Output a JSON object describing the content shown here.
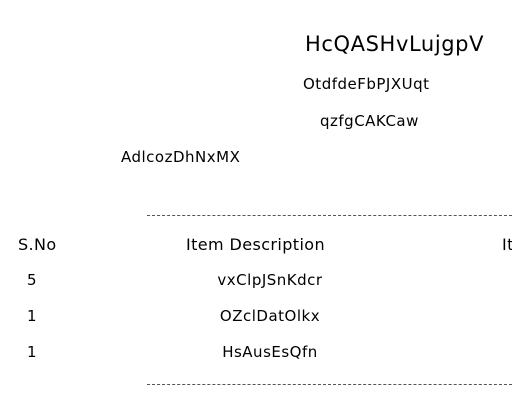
{
  "document": {
    "title": "HcQASHvLujgpV",
    "subtitle_1": "OtdfdeFbPJXUqt",
    "subtitle_2": "qzfgCAKCaw",
    "address": "AdlcozDhNxMX"
  },
  "table": {
    "columns": [
      "S.No",
      "Item Description",
      "It"
    ],
    "rows": [
      {
        "sno": "5",
        "description": "vxClpJSnKdcr"
      },
      {
        "sno": "1",
        "description": "OZclDatOlkx"
      },
      {
        "sno": "1",
        "description": "HsAusEsQfn"
      }
    ]
  }
}
